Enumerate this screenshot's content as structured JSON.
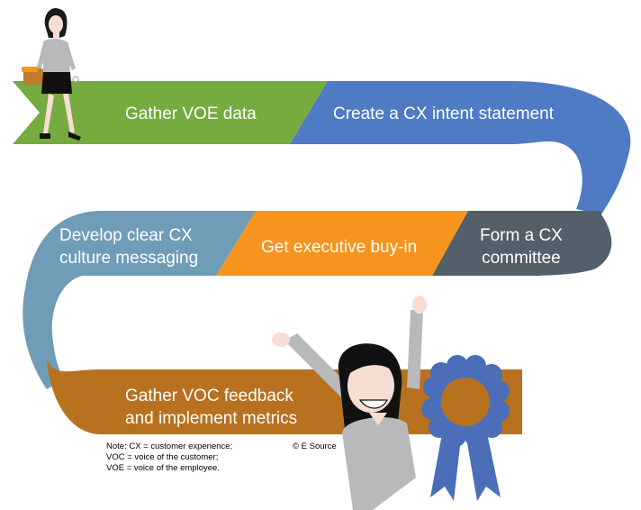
{
  "steps": [
    {
      "label": "Gather VOE data",
      "color": "#76ab3f"
    },
    {
      "label": "Create a CX intent statement",
      "color": "#4e7bc4"
    },
    {
      "label": "Form a CX committee",
      "line1": "Form a CX",
      "line2": "committee",
      "color": "#535f69"
    },
    {
      "label": "Get executive buy-in",
      "color": "#f6941e"
    },
    {
      "label": "Develop clear CX culture messaging",
      "line1": "Develop clear CX",
      "line2": "culture messaging",
      "color": "#6f9db8"
    },
    {
      "label": "Gather VOC feedback and implement metrics",
      "line1": "Gather VOC feedback",
      "line2": "and implement metrics",
      "color": "#b8711f"
    }
  ],
  "note": {
    "line1": "Note: CX = customer experience;",
    "line2": "VOC = voice of the customer;",
    "line3": "VOE = voice of the employee."
  },
  "copyright": "© E Source",
  "colors": {
    "green": "#76ab3f",
    "blue": "#4e7bc4",
    "slate": "#535f69",
    "orange": "#f6941e",
    "teal": "#6f9db8",
    "brown": "#b8711f",
    "ribbon": "#4a6fb8",
    "ribbon_center": "#b8711f"
  },
  "icons": [
    "walking-businesswoman-icon",
    "cheering-woman-icon",
    "award-ribbon-icon"
  ]
}
